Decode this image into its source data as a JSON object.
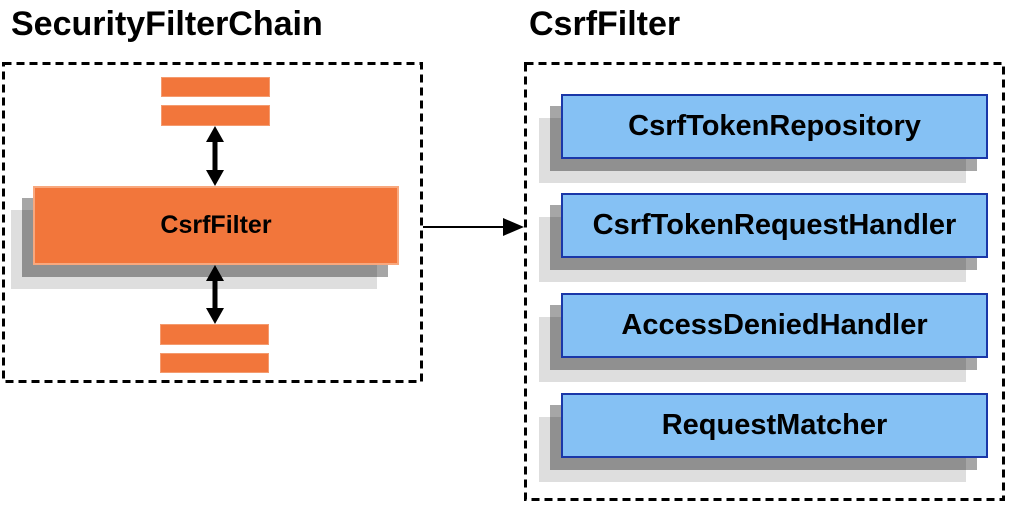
{
  "diagram": {
    "left_panel": {
      "title": "SecurityFilterChain",
      "filter_box_label": "CsrfFilter",
      "unlabeled_filter_bars": 4
    },
    "right_panel": {
      "title": "CsrfFilter",
      "components": [
        "CsrfTokenRepository",
        "CsrfTokenRequestHandler",
        "AccessDeniedHandler",
        "RequestMatcher"
      ]
    },
    "icons": {
      "vertical_double_arrow": "double-headed vertical arrow (bidirectional flow)",
      "flow_arrow": "right-pointing arrow connecting CsrfFilter box to CsrfFilter panel"
    },
    "colors": {
      "orange_fill": "#F2763B",
      "orange_border": "#F8A87E",
      "blue_fill": "#85C1F4",
      "blue_border": "#1A37A8",
      "shadow_dark": "rgba(0,0,0,0.35)",
      "shadow_light": "rgba(0,0,0,0.13)",
      "dashed_border": "#000000",
      "arrow": "#000000",
      "text": "#000000",
      "background": "#FFFFFF"
    }
  }
}
